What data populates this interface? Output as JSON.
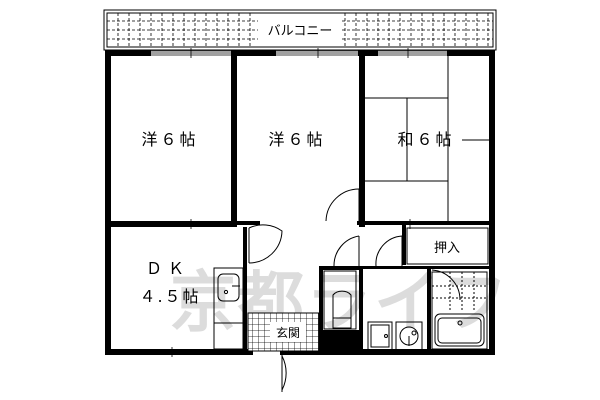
{
  "plan": {
    "watermark": "京都ライフ",
    "rooms": {
      "balcony": "バルコニー",
      "western_room_1": "洋６帖",
      "western_room_2": "洋６帖",
      "japanese_room": "和６帖",
      "dk_line1": "ＤＫ",
      "dk_line2": "４.５帖",
      "closet": "押入",
      "entrance": "玄関"
    },
    "colors": {
      "wall": "#000000",
      "background": "#ffffff",
      "watermark": "#d9d9d9"
    }
  }
}
